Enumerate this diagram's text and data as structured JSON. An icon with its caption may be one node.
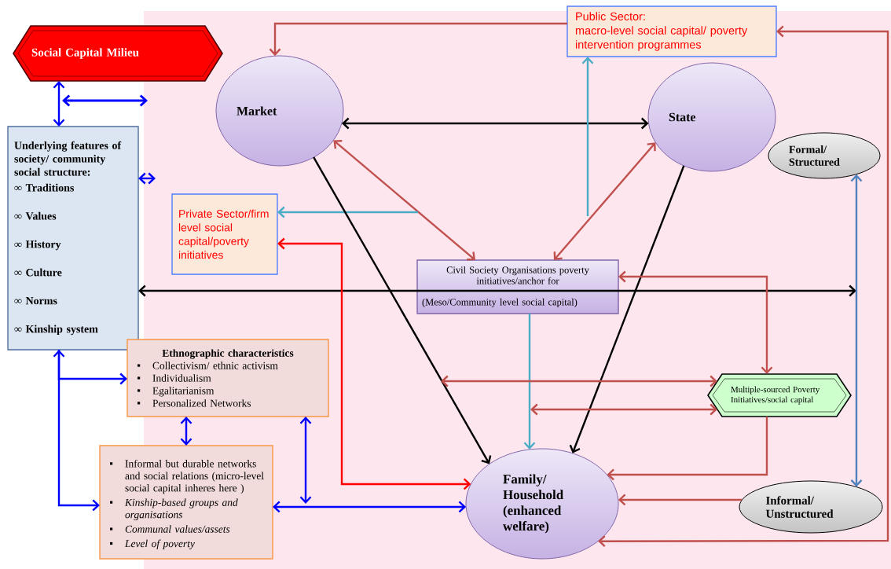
{
  "diagram": {
    "nodes": [
      {
        "text": [
          "Social Capital  Milieu"
        ]
      },
      {
        "text": [
          "Underlying features of society/ community social structure:",
          "∞ Traditions",
          "∞ Values",
          "∞ History",
          "∞ Culture",
          "∞ Norms",
          "∞ Kinship system"
        ]
      },
      {
        "text": [
          "Market"
        ]
      },
      {
        "text": [
          "Public Sector:",
          "macro-level social capital/ poverty intervention programmes"
        ]
      },
      {
        "text": [
          "State"
        ]
      },
      {
        "text": [
          "Formal/ Structured"
        ]
      },
      {
        "text": [
          "Private Sector/firm level social capital/poverty initiatives"
        ]
      },
      {
        "text": [
          "Civil Society Organisations poverty initiatives/anchor for",
          "(Meso/Community level social capital)"
        ]
      },
      {
        "text": [
          "Ethnographic characteristics",
          "Collectivism/ ethnic activism",
          "Individualism",
          "Egalitarianism",
          "Personalized Networks"
        ]
      },
      {
        "text": [
          "Multiple-sourced Poverty Initiatives/social capital"
        ]
      },
      {
        "text": [
          "Informal but durable networks and social relations (micro-level social capital inheres here )",
          "Kinship-based groups and organisations",
          "Communal values/assets",
          "Level of poverty"
        ]
      },
      {
        "text": [
          "Family/ Household (enhanced welfare)"
        ]
      },
      {
        "text": [
          "Informal/ Unstructured"
        ]
      }
    ],
    "edges": [
      {
        "from": 0,
        "to": 1,
        "arrow": "both",
        "color": "#0000ff"
      },
      {
        "from": 1,
        "to": null,
        "arrow": "both",
        "color": "#0000ff"
      },
      {
        "from": 2,
        "to": 4,
        "arrow": "both",
        "color": "#000000"
      },
      {
        "from": 1,
        "to": null,
        "arrow": "both",
        "color": "#000000"
      },
      {
        "from": 5,
        "to": 12,
        "arrow": "both",
        "color": "#4f81bd"
      },
      {
        "from": 3,
        "to": 2,
        "arrow": "to"
      },
      {
        "from": 7,
        "to": 2,
        "arrow": "both"
      },
      {
        "from": 7,
        "to": 4,
        "arrow": "both"
      },
      {
        "from": null,
        "to": 3,
        "arrow": "to",
        "color": "#4bacc6"
      },
      {
        "from": null,
        "to": 6,
        "arrow": "to",
        "color": "#4bacc6"
      },
      {
        "from": 7,
        "to": 11,
        "arrow": "to",
        "color": "#4bacc6"
      },
      {
        "from": 2,
        "to": 11,
        "arrow": "to",
        "color": "#000000"
      },
      {
        "from": 4,
        "to": 11,
        "arrow": "to",
        "color": "#000000"
      },
      {
        "from": 7,
        "to": 9,
        "arrow": "both"
      },
      {
        "from": null,
        "to": 9,
        "arrow": "both"
      },
      {
        "from": null,
        "to": 9,
        "arrow": "both"
      },
      {
        "from": 9,
        "to": 11,
        "arrow": "to"
      },
      {
        "from": 12,
        "to": 11,
        "arrow": "to"
      },
      {
        "from": 3,
        "to": 11,
        "arrow": "both"
      },
      {
        "from": 6,
        "to": 11,
        "arrow": "both",
        "color": "#ff0000"
      },
      {
        "from": 1,
        "to": 8,
        "arrow": "both",
        "color": "#0000ff"
      },
      {
        "from": 1,
        "to": 10,
        "arrow": "to",
        "color": "#0000ff"
      },
      {
        "from": 8,
        "to": 10,
        "arrow": "both",
        "color": "#0000ff"
      },
      {
        "from": 8,
        "to": null,
        "arrow": "both",
        "color": "#0000ff"
      },
      {
        "from": 10,
        "to": 11,
        "arrow": "both",
        "color": "#0000ff"
      }
    ]
  }
}
